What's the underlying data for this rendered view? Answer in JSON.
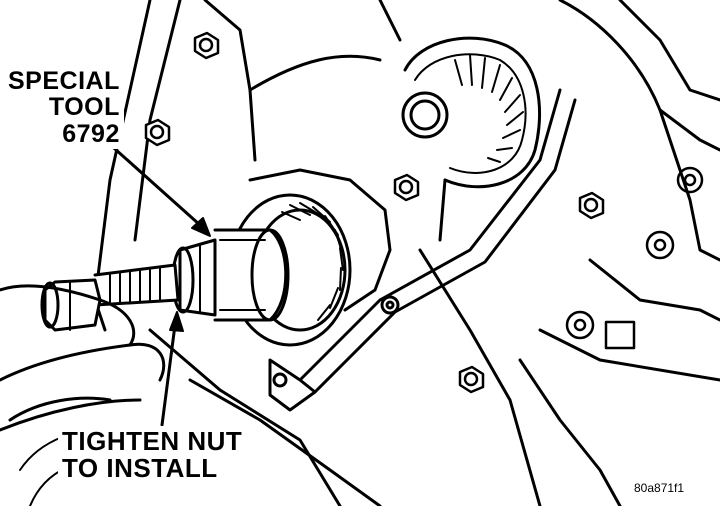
{
  "figure": {
    "labels": {
      "special_tool_line1": "SPECIAL",
      "special_tool_line2": "TOOL",
      "special_tool_line3": "6792",
      "tighten_line1": "TIGHTEN NUT",
      "tighten_line2": "TO INSTALL",
      "figure_id": "80a871f1"
    },
    "colors": {
      "ink": "#000000",
      "paper": "#ffffff"
    }
  }
}
